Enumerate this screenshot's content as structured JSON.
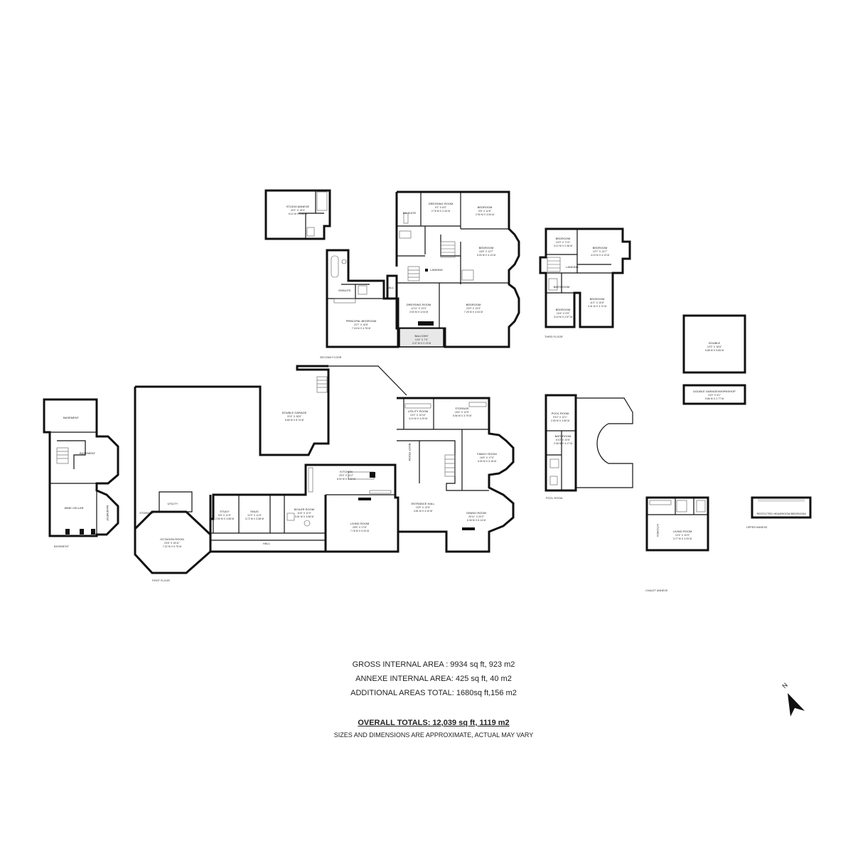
{
  "floors": {
    "basement": "BASEMENT",
    "first_floor": "FIRST FLOOR",
    "second_floor": "SECOND FLOOR",
    "third_floor": "THIRD FLOOR",
    "pool_room": "POOL ROOM",
    "chalet_annexe": "CHALET ANNEXE",
    "upper_annexe": "UPPER ANNEXE"
  },
  "rooms": {
    "studio_annexe": {
      "name": "STUDIO ANNEXE",
      "dims": "20'1\" X 15'3\"",
      "metric": "6.12 M X 4.64 M"
    },
    "dressing_room_top": {
      "name": "DRESSING ROOM",
      "dims": "9'1\" X 8'0\"",
      "metric": "2.78 M X 2.44 M"
    },
    "en_suite": {
      "name": "EN SUITE"
    },
    "bedroom_top": {
      "name": "BEDROOM",
      "dims": "9'6\" X 11'8\"",
      "metric": "2.90 M X 3.54 M"
    },
    "bedroom_mid": {
      "name": "BEDROOM",
      "dims": "16'5\" X 13'7\"",
      "metric": "5.00 M X 4.13 M"
    },
    "landing": {
      "name": "LANDING"
    },
    "ensuite": {
      "name": "ENSUITE"
    },
    "hall_second": {
      "name": "HALL"
    },
    "dressing_room_second": {
      "name": "DRESSING ROOM",
      "dims": "12'11\" X 13'3\"",
      "metric": "3.93 M X 4.04 M"
    },
    "bedroom_second": {
      "name": "BEDROOM",
      "dims": "23'9\" X 13'3\"",
      "metric": "7.25 M X 4.04 M"
    },
    "principal_bedroom": {
      "name": "PRINCIPAL BEDROOM",
      "dims": "23'7\" X 15'8\"",
      "metric": "7.18 M X 4.78 M"
    },
    "balcony": {
      "name": "BALCONY",
      "dims": "14'4\" X 7'0\"",
      "metric": "4.37 M X 2.13 M"
    },
    "bedroom_third_a": {
      "name": "BEDROOM",
      "dims": "10'3\" X 7'10\"",
      "metric": "3.12 M X 2.38 M"
    },
    "bedroom_third_b": {
      "name": "BEDROOM",
      "dims": "13'7\" X 13'7\"",
      "metric": "4.15 M X 4.13 M"
    },
    "landing_third": {
      "name": "LANDING"
    },
    "bathroom_third": {
      "name": "BATHROOM"
    },
    "bedroom_third_c": {
      "name": "BEDROOM",
      "dims": "10'4\" X 9'5\"",
      "metric": "3.15 M X 2.87 M"
    },
    "bedroom_third_d": {
      "name": "BEDROOM",
      "dims": "11'2\" X 15'6\"",
      "metric": "3.41 M X 4.72 M"
    },
    "double": {
      "name": "DOUBLE",
      "dims": "19'3\" X 18'6\"",
      "metric": "5.86 M X 5.65 M"
    },
    "double_garage_workshop": {
      "name": "DOUBLE GARAGE/WORKSHOP",
      "dims": "19'3\" X 9'1\"",
      "metric": "5.86 M X 2.77 M"
    },
    "basement_a": {
      "name": "BASEMENT"
    },
    "basement_b": {
      "name": "BASEMENT"
    },
    "wine_cellar": {
      "name": "WINE CELLAR"
    },
    "basement_c": {
      "name": "BASEMENT"
    },
    "double_garage": {
      "name": "DOUBLE GARAGE",
      "dims": "22'4\" X 28'6\"",
      "metric": "6.80 M X 8.74 M"
    },
    "utility_room": {
      "name": "UTILITY ROOM",
      "dims": "10'2\" X 10'10\"",
      "metric": "3.10 M X 3.29 M"
    },
    "storage_first": {
      "name": "STORAGE",
      "dims": "18'4\" X 12'5\"",
      "metric": "5.56 M X 3.79 M"
    },
    "boot_room": {
      "name": "BOOT ROOM"
    },
    "family_room": {
      "name": "FAMILY ROOM",
      "dims": "16'5\" X 17'0\"",
      "metric": "5.00 M X 5.18 M"
    },
    "kitchen": {
      "name": "KITCHEN",
      "dims": "29'3\" X 13'2\"",
      "metric": "8.92 M X 4.02 M"
    },
    "utility_first": {
      "name": "UTILITY"
    },
    "storage_side": {
      "name": "STORAGE"
    },
    "study": {
      "name": "STUDY",
      "dims": "9'6\" X 11'9\"",
      "metric": "2.90 M X 3.58 M"
    },
    "snug": {
      "name": "SNUG",
      "dims": "12'3\" X 11'9\"",
      "metric": "3.72 M X 3.58 M"
    },
    "boiler_room": {
      "name": "BOILER ROOM",
      "dims": "11'6\" X 11'9\"",
      "metric": "3.51 M X 3.58 M"
    },
    "living_room": {
      "name": "LIVING ROOM",
      "dims": "25'6\" X 17'6\"",
      "metric": "7.78 M X 5.33 M"
    },
    "entrance_hall": {
      "name": "ENTRANCE HALL",
      "dims": "15'9\" X 13'5\"",
      "metric": "4.81 M X 4.10 M"
    },
    "dining_room": {
      "name": "DINING ROOM",
      "dims": "20'11\" X 20'2\"",
      "metric": "6.36 M X 6.14 M"
    },
    "octagon_room": {
      "name": "OCTAGON ROOM",
      "dims": "23'8\" X 18'11\"",
      "metric": "7.22 M X 5.75 M"
    },
    "hall_first": {
      "name": "HALL"
    },
    "pool_room": {
      "name": "POOL ROOM",
      "dims": "9'10\" X 12'1\"",
      "metric": "2.99 M X 3.69 M"
    },
    "bathroom_pool": {
      "name": "BATHROOM",
      "dims": "6'10\" X 10'5\"",
      "metric": "2.08 M X 3.17 M"
    },
    "restricted_headroom_bedroom": {
      "name": "RESTICTED HEADROOM BEDROOM"
    },
    "living_room_chalet": {
      "name": "LIVING ROOM",
      "dims": "12'4\" X 10'9\"",
      "metric": "3.77 M X 3.29 M"
    },
    "kitchen_chalet": {
      "name": "KITCHEN"
    }
  },
  "areas": {
    "gross": "GROSS INTERNAL AREA : 9934 sq ft, 923 m2",
    "annexe": "ANNEXE INTERNAL AREA: 425 sq ft, 40 m2",
    "additional": "ADDITIONAL AREAS TOTAL: 1680sq ft,156 m2",
    "overall": "OVERALL TOTALS: 12,039 sq ft, 1119 m2",
    "disclaimer": "SIZES AND DIMENSIONS ARE APPROXIMATE, ACTUAL MAY VARY"
  },
  "compass": {
    "label": "N",
    "icon": "north-arrow-icon"
  }
}
